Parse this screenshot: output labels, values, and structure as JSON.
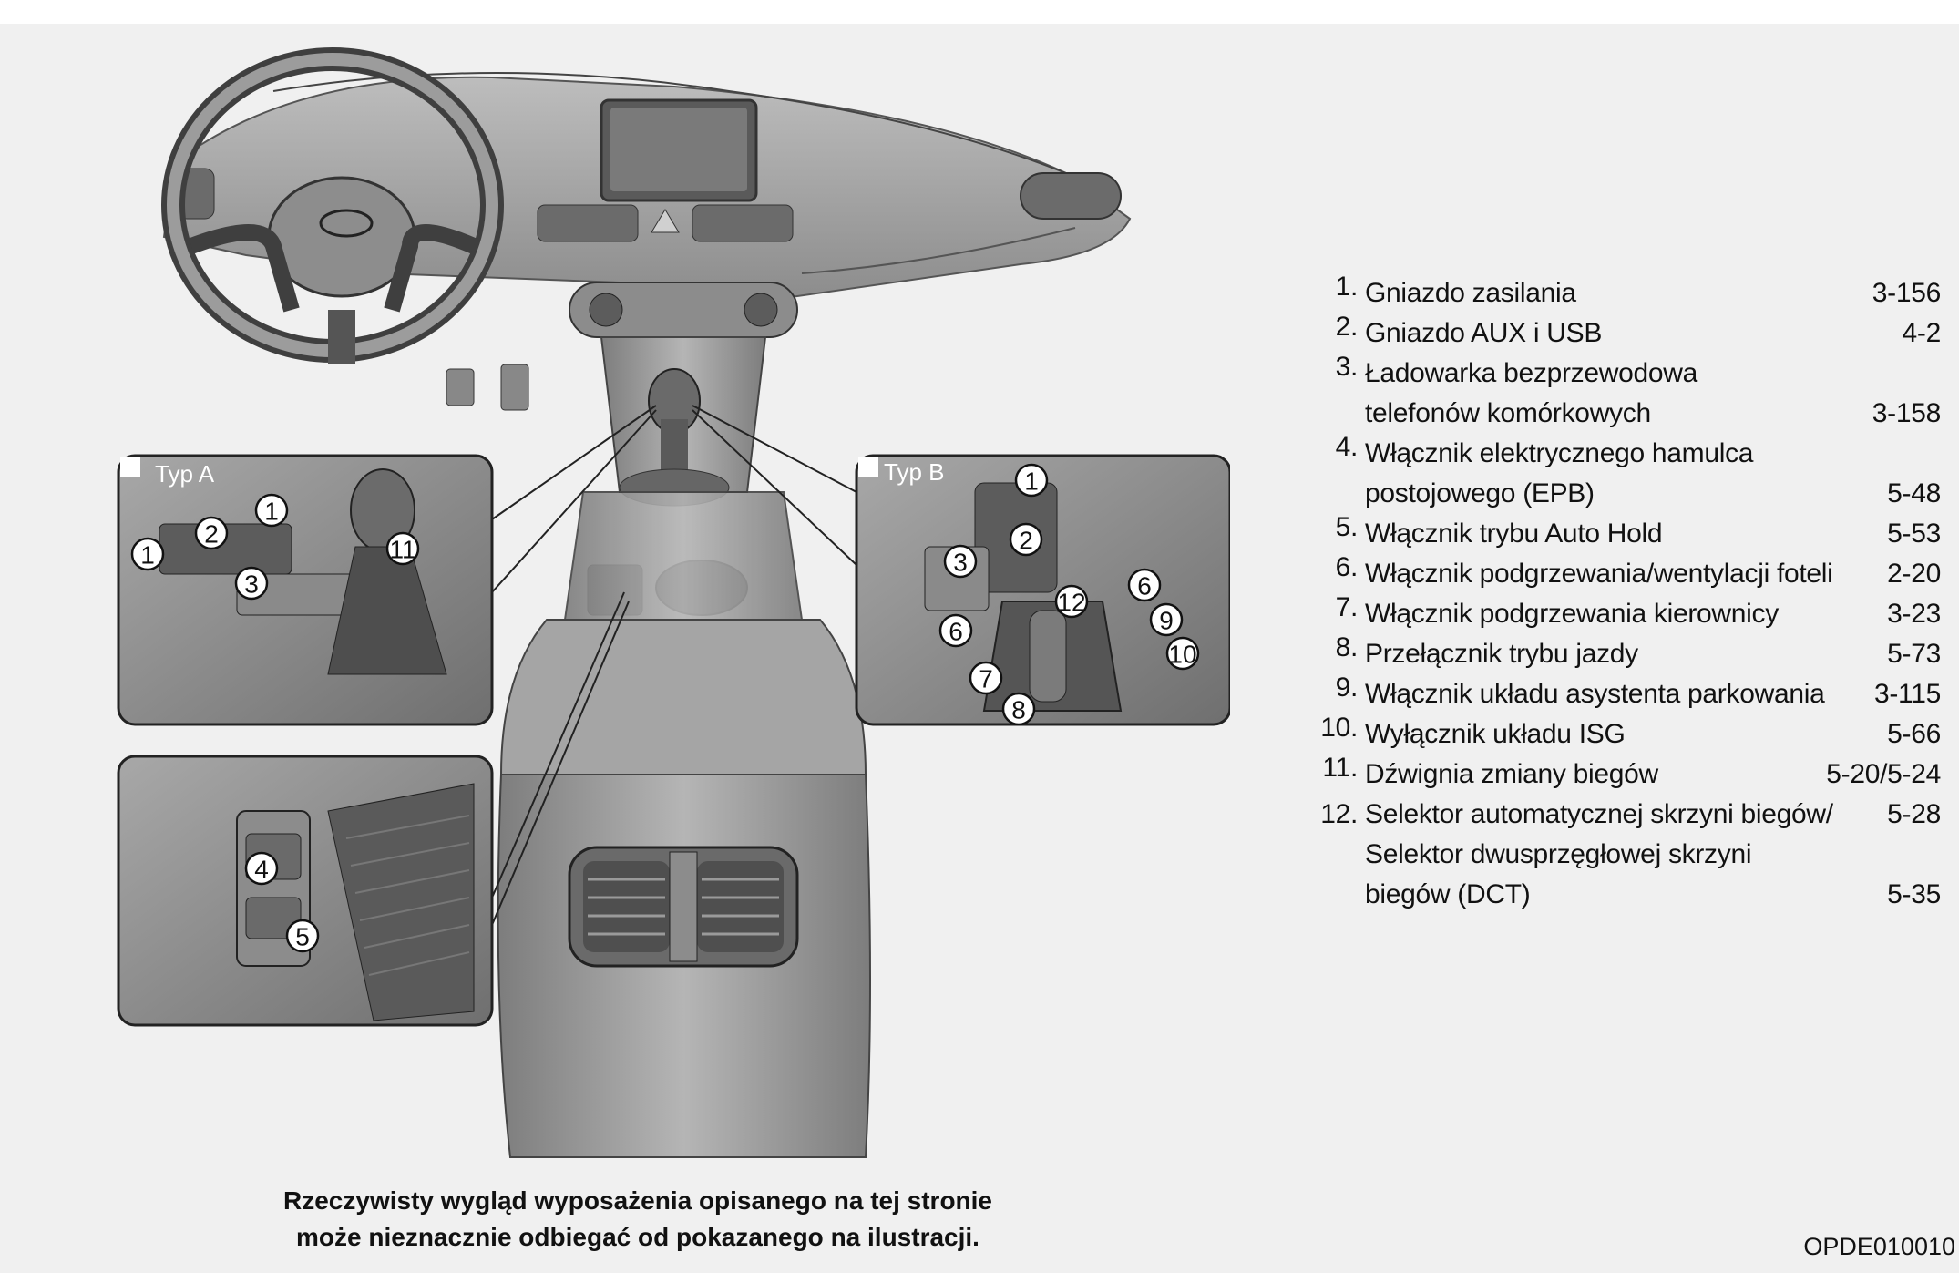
{
  "legend": {
    "items": [
      {
        "num": "1.",
        "lines": [
          "Gniazdo zasilania"
        ],
        "page": "3-156"
      },
      {
        "num": "2.",
        "lines": [
          "Gniazdo AUX i USB"
        ],
        "page": "4-2"
      },
      {
        "num": "3.",
        "lines": [
          "Ładowarka bezprzewodowa",
          "telefonów komórkowych"
        ],
        "page": "3-158"
      },
      {
        "num": "4.",
        "lines": [
          "Włącznik elektrycznego hamulca",
          "postojowego (EPB)"
        ],
        "page": "5-48"
      },
      {
        "num": "5.",
        "lines": [
          "Włącznik trybu Auto Hold"
        ],
        "page": "5-53"
      },
      {
        "num": "6.",
        "lines": [
          "Włącznik podgrzewania/wentylacji foteli"
        ],
        "page": "2-20"
      },
      {
        "num": "7.",
        "lines": [
          "Włącznik podgrzewania kierownicy"
        ],
        "page": "3-23"
      },
      {
        "num": "8.",
        "lines": [
          "Przełącznik trybu jazdy"
        ],
        "page": "5-73"
      },
      {
        "num": "9.",
        "lines": [
          "Włącznik układu asystenta parkowania"
        ],
        "page": "3-115"
      },
      {
        "num": "10.",
        "lines": [
          "Wyłącznik układu ISG"
        ],
        "page": "5-66"
      },
      {
        "num": "11.",
        "lines": [
          "Dźwignia zmiany biegów"
        ],
        "page": "5-20/5-24"
      },
      {
        "num": "12.",
        "lines": [
          "Selektor automatycznej skrzyni biegów/",
          "Selektor dwusprzęgłowej skrzyni",
          "biegów (DCT)"
        ],
        "page_lines": [
          "5-28",
          "",
          "5-35"
        ]
      }
    ]
  },
  "insets": {
    "type_a_label": "Typ A",
    "type_b_label": "Typ B"
  },
  "callouts": {
    "n1": "1",
    "n2": "2",
    "n3": "3",
    "n4": "4",
    "n5": "5",
    "n6": "6",
    "n7": "7",
    "n8": "8",
    "n9": "9",
    "n10": "10",
    "n11": "11",
    "n12": "12"
  },
  "caption": {
    "line1": "Rzeczywisty wygląd wyposażenia opisanego na tej stronie",
    "line2": "może nieznacznie odbiegać od pokazanego na ilustracji."
  },
  "figure_code": "OPDE010010",
  "colors": {
    "background": "#f0f0f0",
    "drawing_gray": "#9a9a9a",
    "inset_border": "#222222"
  }
}
